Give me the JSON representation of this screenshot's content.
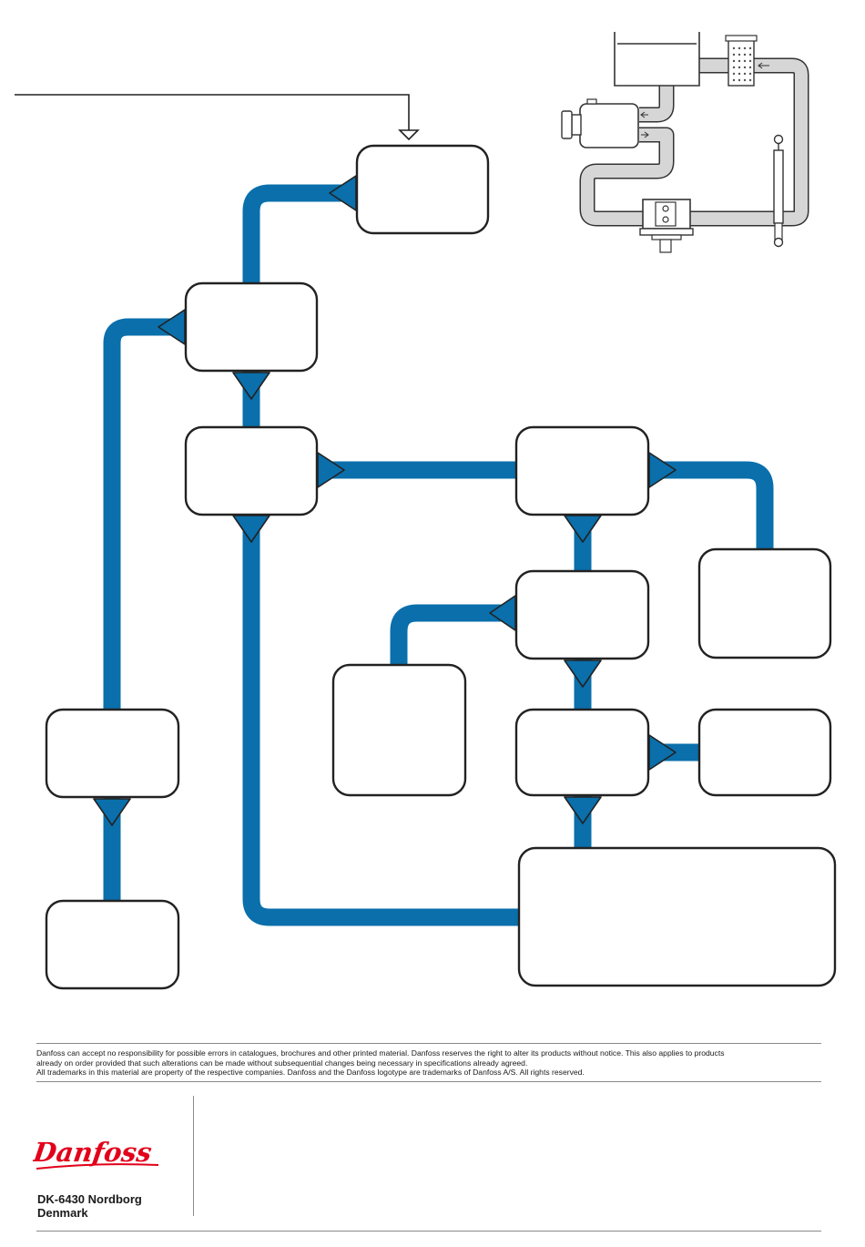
{
  "colors": {
    "flow": "#0a6fab",
    "box_stroke": "#222222",
    "system_pipe": "#d6d6d6",
    "brand_red": "#e2001a"
  },
  "icons": [
    "arrow-down-icon",
    "arrow-up-icon",
    "arrow-left-icon",
    "arrow-right-icon",
    "danfoss-logo-icon",
    "hydraulic-system-icon"
  ],
  "disclaimer": {
    "line1": "Danfoss can accept no responsibility for possible errors in catalogues, brochures and other printed material. Danfoss reserves the right to alter its products without notice. This also applies to products",
    "line2": "already on order provided that such alterations can be made without subsequential changes being necessary in specifications already agreed.",
    "line3": "All trademarks in this material are property of the respective companies. Danfoss and the Danfoss logotype are trademarks of Danfoss A/S. All rights reserved."
  },
  "footer": {
    "brand": "Danfoss",
    "address_line1": "DK-6430 Nordborg",
    "address_line2": "Denmark"
  }
}
